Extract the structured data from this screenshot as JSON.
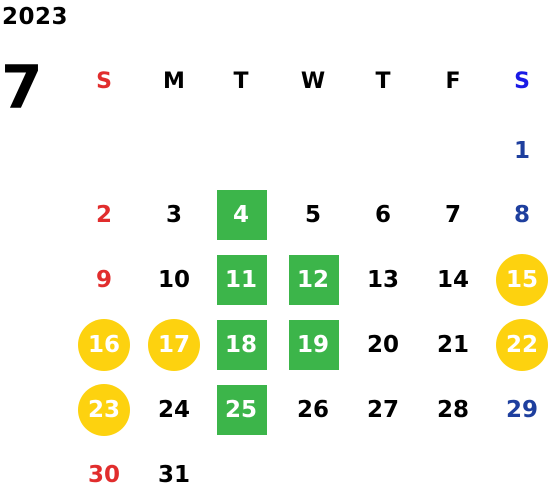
{
  "year": "2023",
  "month": "7",
  "weekday_headers": [
    "S",
    "M",
    "T",
    "W",
    "T",
    "F",
    "S"
  ],
  "colors": {
    "sunday": "#e12d2d",
    "saturday": "#1e3f9e",
    "saturday_header": "#1a1ae6",
    "highlight_green": "#3cb54a",
    "highlight_yellow": "#fdd20f"
  },
  "days": [
    {
      "day": "1",
      "weekday": 6,
      "week": 0,
      "mark": "none"
    },
    {
      "day": "2",
      "weekday": 0,
      "week": 1,
      "mark": "none"
    },
    {
      "day": "3",
      "weekday": 1,
      "week": 1,
      "mark": "none"
    },
    {
      "day": "4",
      "weekday": 2,
      "week": 1,
      "mark": "green"
    },
    {
      "day": "5",
      "weekday": 3,
      "week": 1,
      "mark": "none"
    },
    {
      "day": "6",
      "weekday": 4,
      "week": 1,
      "mark": "none"
    },
    {
      "day": "7",
      "weekday": 5,
      "week": 1,
      "mark": "none"
    },
    {
      "day": "8",
      "weekday": 6,
      "week": 1,
      "mark": "none"
    },
    {
      "day": "9",
      "weekday": 0,
      "week": 2,
      "mark": "none"
    },
    {
      "day": "10",
      "weekday": 1,
      "week": 2,
      "mark": "none"
    },
    {
      "day": "11",
      "weekday": 2,
      "week": 2,
      "mark": "green"
    },
    {
      "day": "12",
      "weekday": 3,
      "week": 2,
      "mark": "green"
    },
    {
      "day": "13",
      "weekday": 4,
      "week": 2,
      "mark": "none"
    },
    {
      "day": "14",
      "weekday": 5,
      "week": 2,
      "mark": "none"
    },
    {
      "day": "15",
      "weekday": 6,
      "week": 2,
      "mark": "yellow"
    },
    {
      "day": "16",
      "weekday": 0,
      "week": 3,
      "mark": "yellow"
    },
    {
      "day": "17",
      "weekday": 1,
      "week": 3,
      "mark": "yellow"
    },
    {
      "day": "18",
      "weekday": 2,
      "week": 3,
      "mark": "green"
    },
    {
      "day": "19",
      "weekday": 3,
      "week": 3,
      "mark": "green"
    },
    {
      "day": "20",
      "weekday": 4,
      "week": 3,
      "mark": "none"
    },
    {
      "day": "21",
      "weekday": 5,
      "week": 3,
      "mark": "none"
    },
    {
      "day": "22",
      "weekday": 6,
      "week": 3,
      "mark": "yellow"
    },
    {
      "day": "23",
      "weekday": 0,
      "week": 4,
      "mark": "yellow"
    },
    {
      "day": "24",
      "weekday": 1,
      "week": 4,
      "mark": "none"
    },
    {
      "day": "25",
      "weekday": 2,
      "week": 4,
      "mark": "green"
    },
    {
      "day": "26",
      "weekday": 3,
      "week": 4,
      "mark": "none"
    },
    {
      "day": "27",
      "weekday": 4,
      "week": 4,
      "mark": "none"
    },
    {
      "day": "28",
      "weekday": 5,
      "week": 4,
      "mark": "none"
    },
    {
      "day": "29",
      "weekday": 6,
      "week": 4,
      "mark": "none"
    },
    {
      "day": "30",
      "weekday": 0,
      "week": 5,
      "mark": "none"
    },
    {
      "day": "31",
      "weekday": 1,
      "week": 5,
      "mark": "none"
    }
  ]
}
